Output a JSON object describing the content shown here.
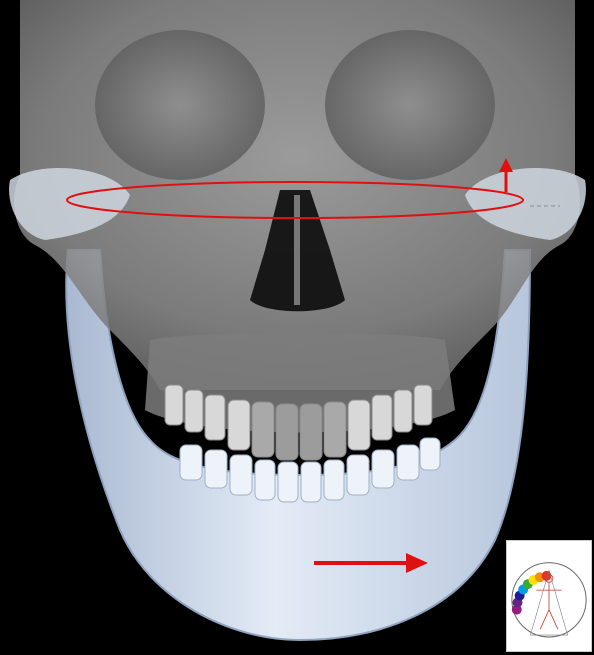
{
  "image": {
    "subject": "skull-with-mandible-frontal-view",
    "background_color": "#000000",
    "cranium_color": "#9a9a9a",
    "mandible_color": "#c9d6e8",
    "annotation_color": "#e01010"
  },
  "annotations": {
    "ellipse": "occlusal-plane-ellipse",
    "arrows": [
      "upward-arrow-right-condyle",
      "rightward-arrow-chin"
    ]
  },
  "inset": {
    "subject": "dental-arch-chart",
    "tooth_colors": [
      "#e6332a",
      "#f39200",
      "#ffe100",
      "#3aaa35",
      "#009fe3",
      "#1d1d9b",
      "#662483",
      "#951b81"
    ]
  }
}
